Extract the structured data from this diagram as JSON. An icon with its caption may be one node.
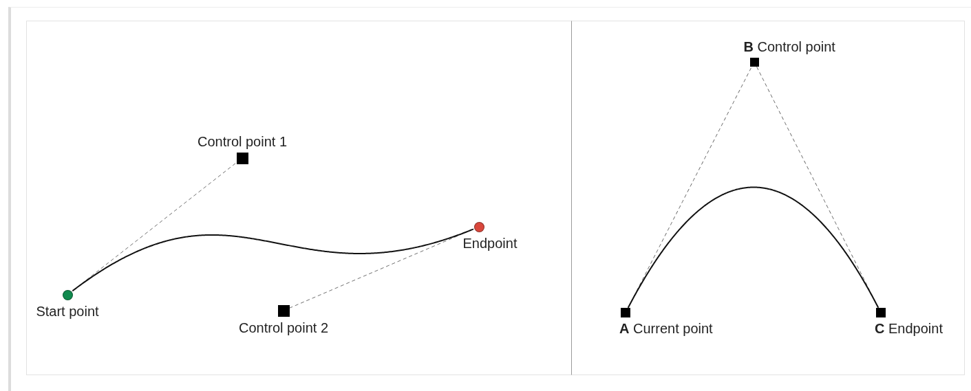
{
  "diagram": {
    "nodes": [
      {
        "text": [],
        "shape": "box"
      },
      {
        "text": [
          "Control point 1"
        ],
        "in": 0
      },
      {
        "text": [
          "Start point"
        ],
        "in": 0
      },
      {
        "text": [
          "Endpoint"
        ],
        "in": 0
      },
      {
        "text": [
          "Control point 2"
        ],
        "in": 0
      },
      {
        "text": [],
        "shape": "box"
      },
      {
        "text": [
          "**B** Control point"
        ],
        "in": 5
      },
      {
        "text": [
          "**A** Current point"
        ],
        "in": 5
      },
      {
        "text": [
          "**C** Endpoint"
        ],
        "in": 5
      }
    ],
    "edges": [
      {
        "from": 2,
        "to": 1,
        "arrow": "none",
        "style": "dashed"
      },
      {
        "from": 4,
        "to": 3,
        "arrow": "none",
        "style": "dashed"
      },
      {
        "from": 2,
        "to": 3,
        "arrow": "none"
      },
      {
        "from": 7,
        "to": 6,
        "arrow": "none",
        "style": "dashed"
      },
      {
        "from": 6,
        "to": 8,
        "arrow": "none",
        "style": "dashed"
      },
      {
        "from": 7,
        "to": 8,
        "arrow": "none"
      }
    ]
  }
}
